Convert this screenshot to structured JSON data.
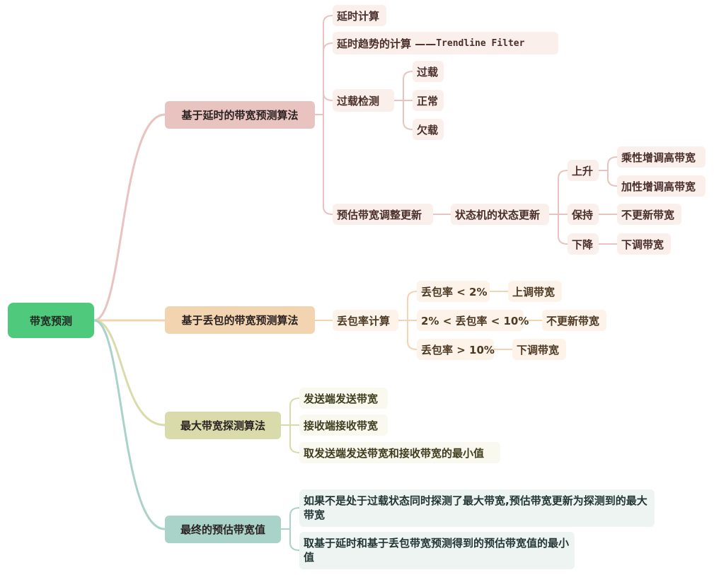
{
  "colors": {
    "root": "#4fca7c",
    "red": "#e8c3c0",
    "orange": "#f2d4b1",
    "olive": "#d9dcaa",
    "teal": "#a9d2c9"
  },
  "root": {
    "label": "带宽预测"
  },
  "branches": {
    "delay": {
      "label": "基于延时的带宽预测算法",
      "delay_calc": "延时计算",
      "trend_prefix": "延时趋势的计算 —— ",
      "trend_code": "Trendline Filter",
      "overuse": {
        "label": "过载检测",
        "states": [
          "过载",
          "正常",
          "欠载"
        ]
      },
      "update": {
        "label": "预估带宽调整更新",
        "fsm": "状态机的状态更新",
        "up": {
          "label": "上升",
          "actions": [
            "乘性增调高带宽",
            "加性增调高带宽"
          ]
        },
        "hold": {
          "label": "保持",
          "action": "不更新带宽"
        },
        "down": {
          "label": "下降",
          "action": "下调带宽"
        }
      }
    },
    "loss": {
      "label": "基于丢包的带宽预测算法",
      "calc": "丢包率计算",
      "rules": [
        {
          "cond": "丢包率 < 2%",
          "action": "上调带宽"
        },
        {
          "cond": "2% < 丢包率 < 10%",
          "action": "不更新带宽"
        },
        {
          "cond": "丢包率 > 10%",
          "action": "下调带宽"
        }
      ]
    },
    "probe": {
      "label": "最大带宽探测算法",
      "items": [
        "发送端发送带宽",
        "接收端接收带宽",
        "取发送端发送带宽和接收带宽的最小值"
      ]
    },
    "final": {
      "label": "最终的预估带宽值",
      "items": [
        "如果不是处于过载状态同时探测了最大带宽,预估带宽更新为探测到的最大带宽",
        "取基于延时和基于丢包带宽预测得到的预估带宽值的最小值"
      ]
    }
  }
}
